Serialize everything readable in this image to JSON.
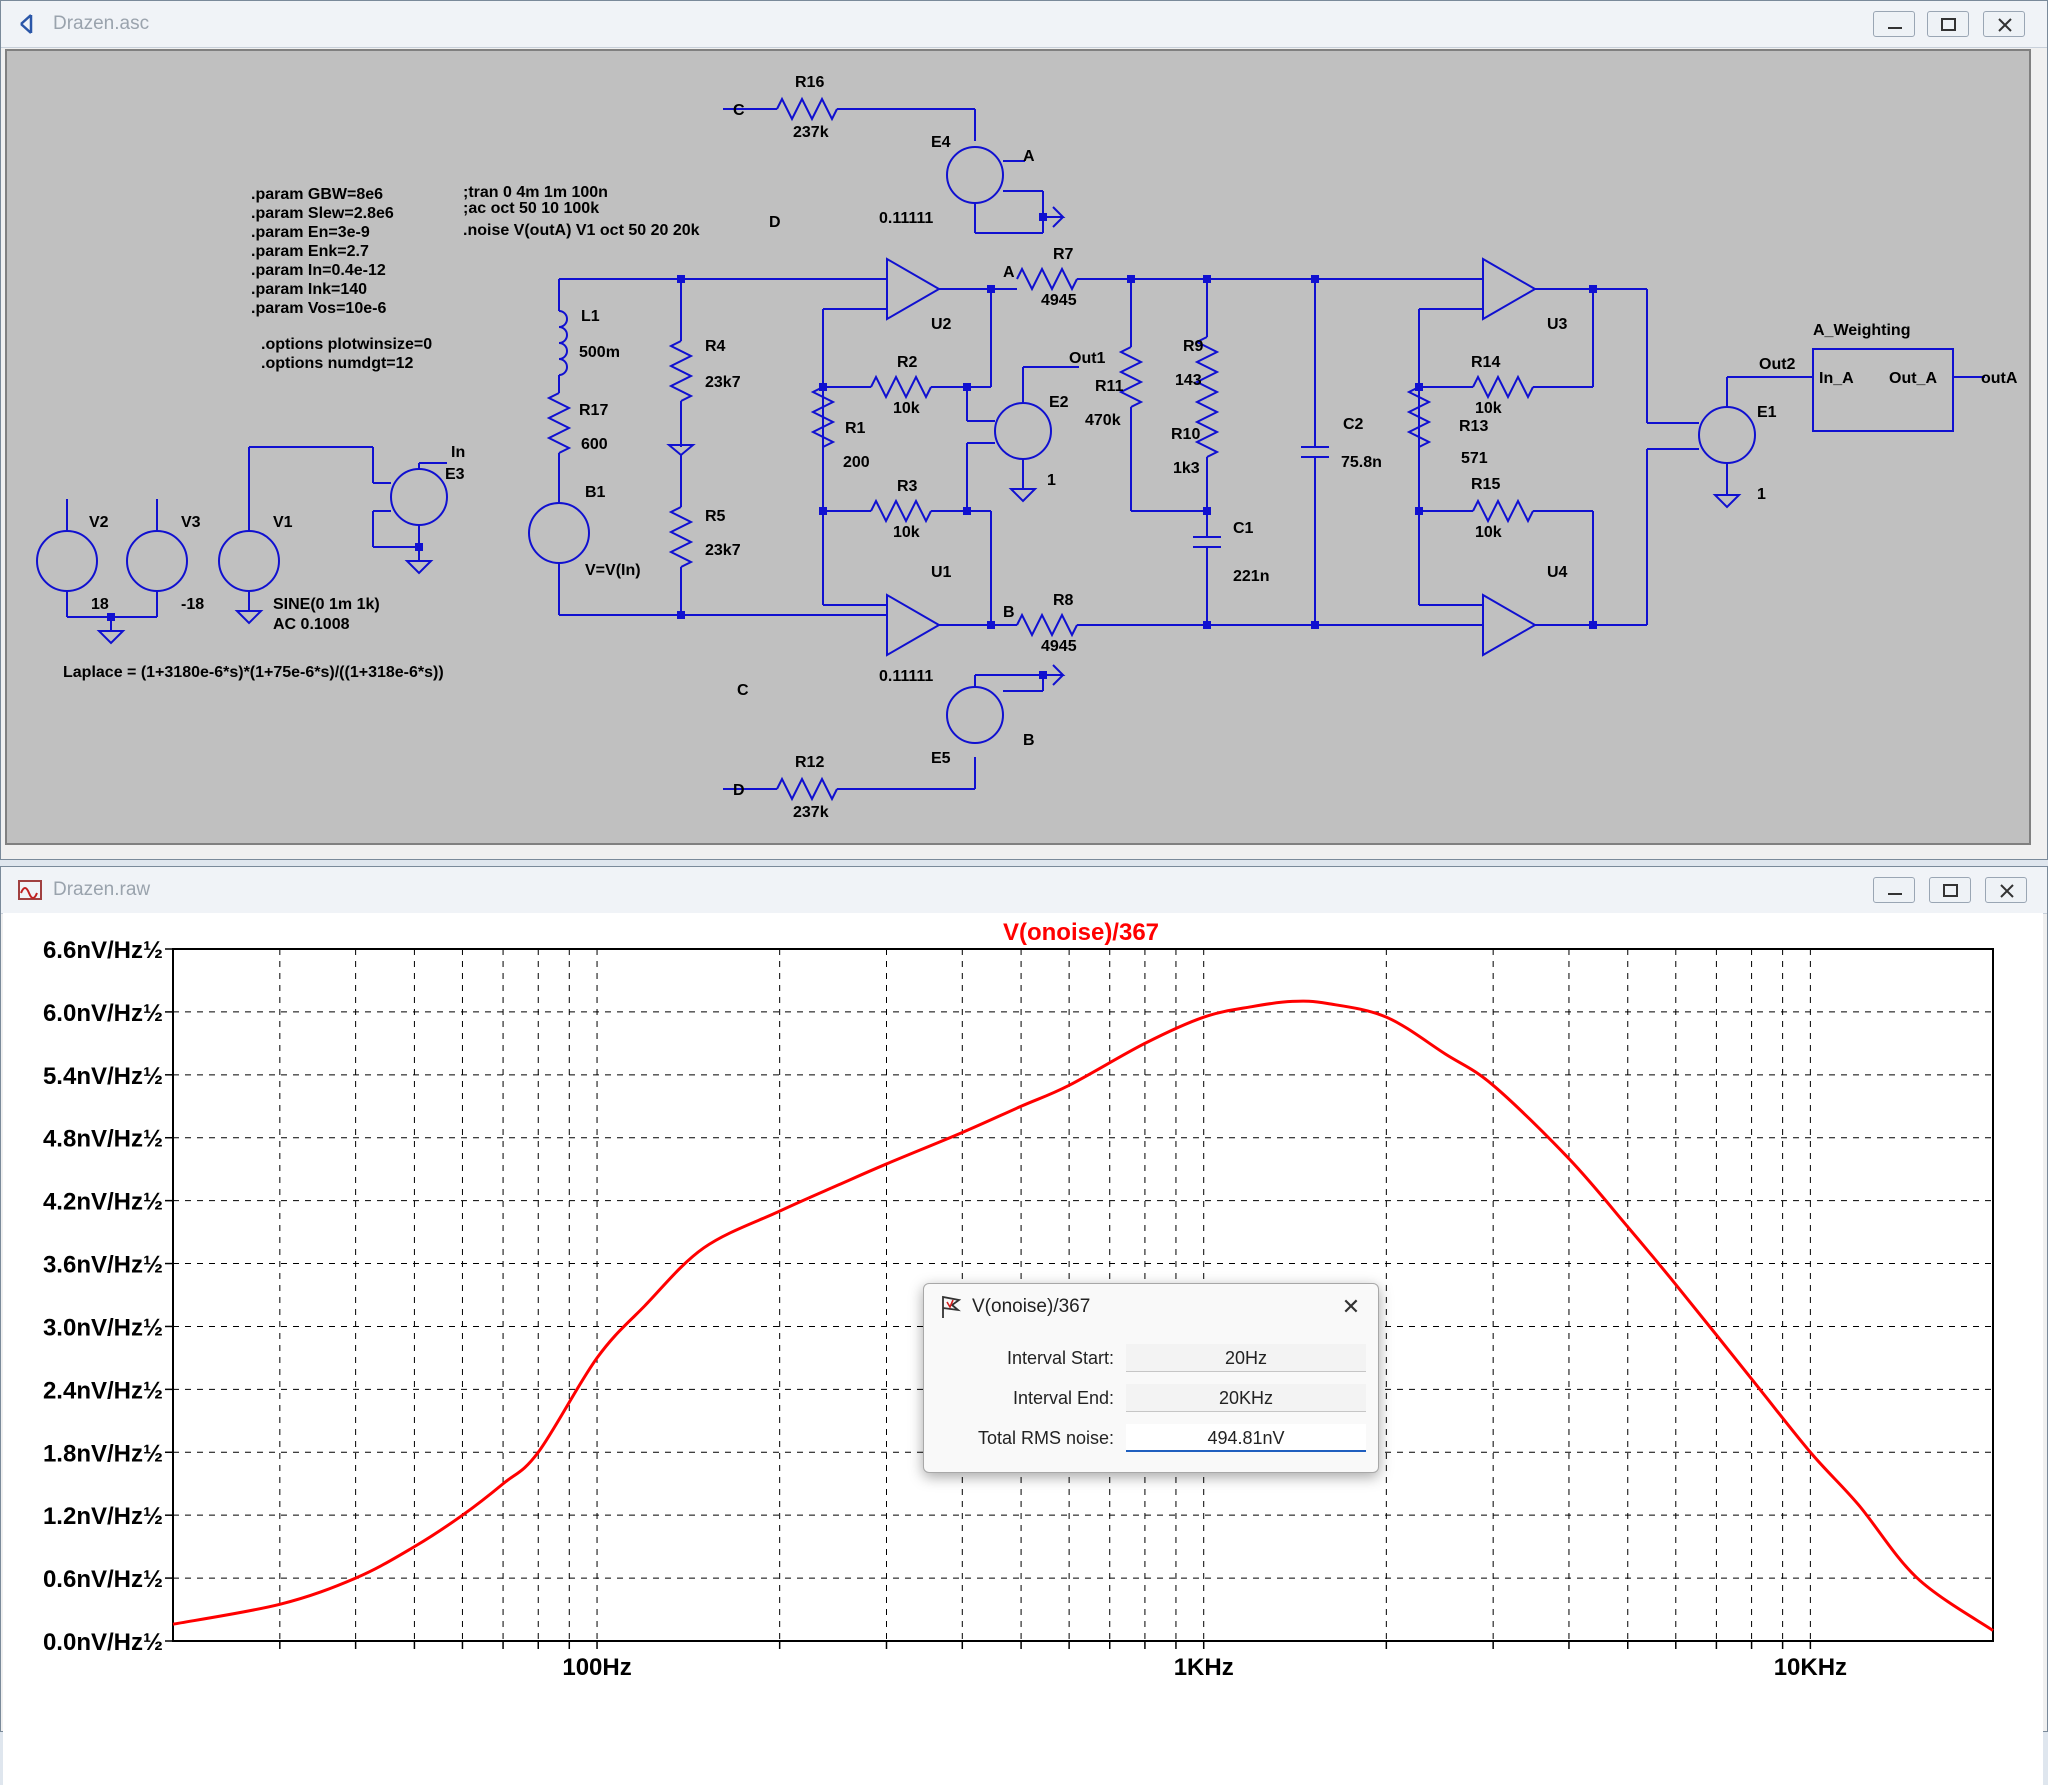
{
  "schematic_window": {
    "title": "Drazen.asc",
    "directives": [
      ".param GBW=8e6",
      ".param Slew=2.8e6",
      ".param En=3e-9",
      ".param Enk=2.7",
      ".param In=0.4e-12",
      ".param Ink=140",
      ".param Vos=10e-6"
    ],
    "sim_commands": [
      ";tran 0 4m 1m 100n",
      ";ac oct 50 10 100k",
      ".noise V(outA) V1 oct 50 20 20k"
    ],
    "options": [
      ".options plotwinsize=0",
      ".options numdgt=12"
    ],
    "laplace": "Laplace = (1+3180e-6*s)*(1+75e-6*s)/((1+318e-6*s))",
    "labels": {
      "R16": "R16",
      "R16v": "237k",
      "R12": "R12",
      "R12v": "237k",
      "E4": "E4",
      "E4v": "0.11111",
      "E5": "E5",
      "E5v": "0.11111",
      "R7": "R7",
      "R7v": "4945",
      "R8": "R8",
      "R8v": "4945",
      "L1": "L1",
      "L1v": "500m",
      "R17": "R17",
      "R17v": "600",
      "B1": "B1",
      "B1v": "V=V(In)",
      "R4": "R4",
      "R4v": "23k7",
      "R5": "R5",
      "R5v": "23k7",
      "R1": "R1",
      "R1v": "200",
      "R2": "R2",
      "R2v": "10k",
      "R3": "R3",
      "R3v": "10k",
      "U1": "U1",
      "U2": "U2",
      "U3": "U3",
      "U4": "U4",
      "E2": "E2",
      "E2v": "1",
      "E1": "E1",
      "E1v": "1",
      "E3": "E3",
      "R11": "R11",
      "R11v": "470k",
      "R9": "R9",
      "R9v": "143",
      "R10": "R10",
      "R10v": "1k3",
      "C1": "C1",
      "C1v": "221n",
      "C2": "C2",
      "C2v": "75.8n",
      "R14": "R14",
      "R14v": "10k",
      "R13": "R13",
      "R13v": "571",
      "R15": "R15",
      "R15v": "10k",
      "V1": "V1",
      "V1v": "SINE(0 1m 1k)",
      "V1ac": "AC 0.1008",
      "V2": "V2",
      "V2v": "18",
      "V3": "V3",
      "V3v": "-18",
      "A": "A",
      "B": "B",
      "C": "C",
      "D": "D",
      "In": "In",
      "Out1": "Out1",
      "Out2": "Out2",
      "outA": "outA",
      "aw_name": "A_Weighting",
      "aw_in": "In_A",
      "aw_out": "Out_A"
    }
  },
  "waveform_window": {
    "title": "Drazen.raw",
    "trace_name": "V(onoise)/367",
    "trace_color": "#ff0000"
  },
  "chart_data": {
    "type": "line",
    "title": "V(onoise)/367",
    "xscale": "log",
    "xlim": [
      20,
      20000
    ],
    "ylim": [
      0,
      6.6
    ],
    "x_ticks": [
      "100Hz",
      "1KHz",
      "10KHz"
    ],
    "y_ticks": [
      "0.0nV/Hz½",
      "0.6nV/Hz½",
      "1.2nV/Hz½",
      "1.8nV/Hz½",
      "2.4nV/Hz½",
      "3.0nV/Hz½",
      "3.6nV/Hz½",
      "4.2nV/Hz½",
      "4.8nV/Hz½",
      "5.4nV/Hz½",
      "6.0nV/Hz½",
      "6.6nV/Hz½"
    ],
    "grid": true,
    "series": [
      {
        "name": "V(onoise)/367",
        "x": [
          20,
          30,
          40,
          50,
          60,
          70,
          80,
          100,
          120,
          150,
          200,
          250,
          300,
          400,
          500,
          600,
          800,
          1000,
          1200,
          1400,
          1600,
          2000,
          2500,
          3000,
          4000,
          5000,
          6000,
          8000,
          10000,
          12000,
          15000,
          20000
        ],
        "y": [
          0.16,
          0.35,
          0.6,
          0.9,
          1.2,
          1.5,
          1.8,
          2.7,
          3.2,
          3.75,
          4.1,
          4.35,
          4.55,
          4.85,
          5.1,
          5.3,
          5.7,
          5.95,
          6.05,
          6.1,
          6.08,
          5.95,
          5.6,
          5.3,
          4.6,
          3.95,
          3.4,
          2.5,
          1.8,
          1.3,
          0.6,
          0.1
        ]
      }
    ]
  },
  "noise_dialog": {
    "title": "V(onoise)/367",
    "rows": [
      {
        "label": "Interval Start:",
        "value": "20Hz"
      },
      {
        "label": "Interval End:",
        "value": "20KHz"
      },
      {
        "label": "Total RMS noise:",
        "value": "494.81nV"
      }
    ]
  }
}
